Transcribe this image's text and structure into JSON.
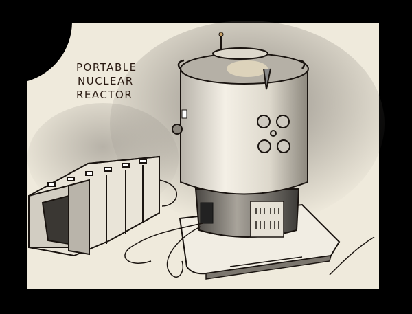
{
  "caption": {
    "line1": "PORTABLE",
    "line2": "NUCLEAR",
    "line3": "REACTOR"
  },
  "colors": {
    "background": "#000000",
    "paper": "#efeadc",
    "ink": "#2a1a12"
  }
}
